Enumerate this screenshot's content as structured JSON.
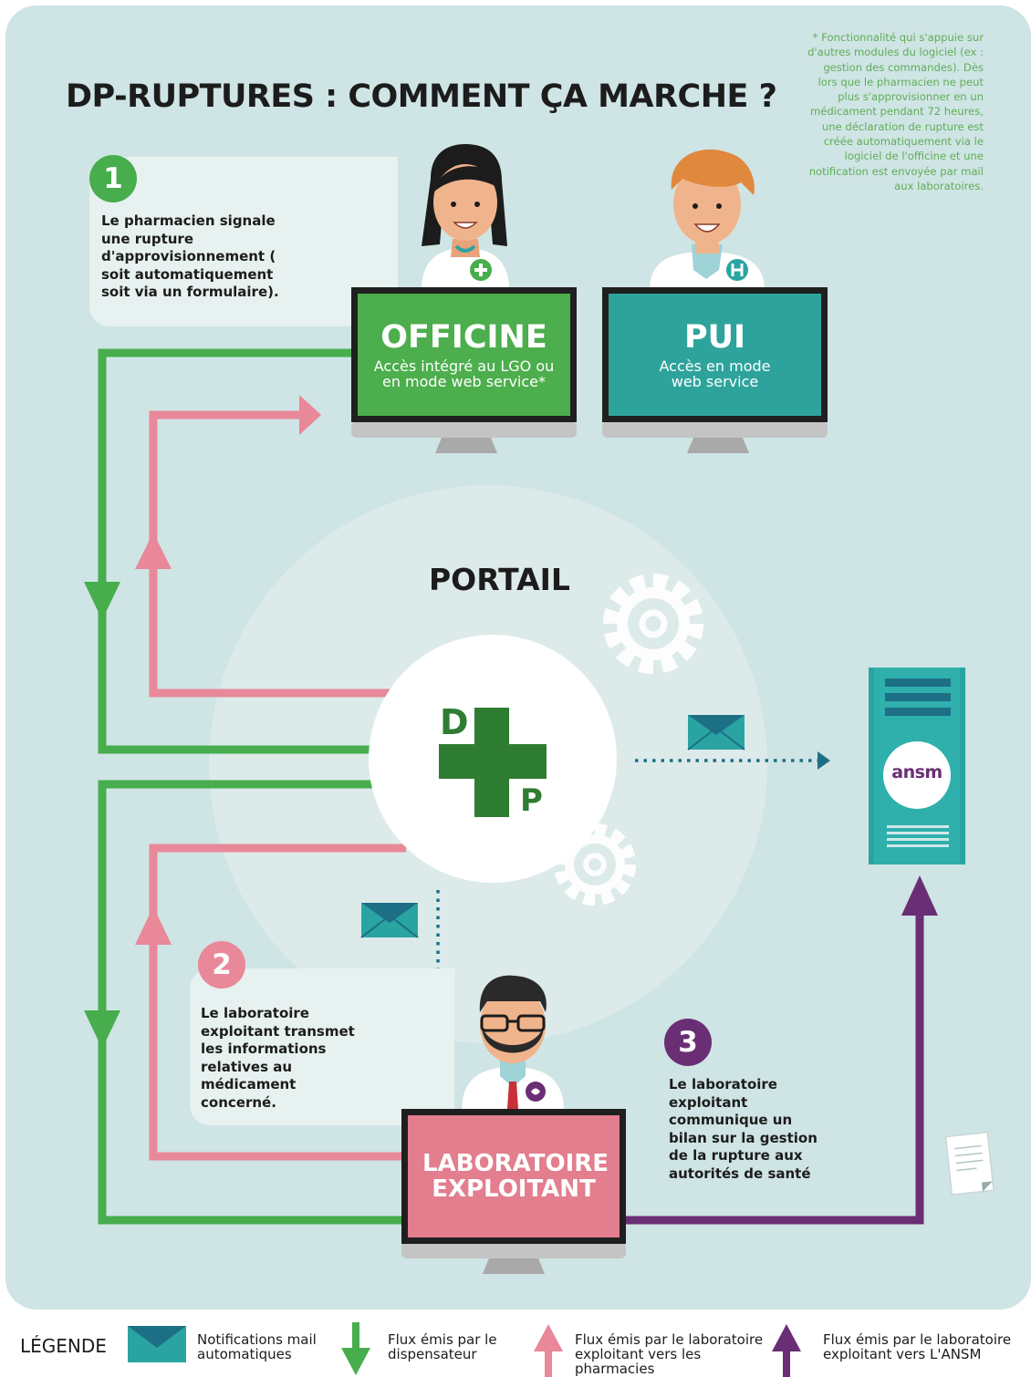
{
  "title": "DP-RUPTURES : COMMENT ÇA MARCHE ?",
  "note": "* Fonctionnalité qui s'appuie sur d'autres modules du logiciel (ex : gestion des commandes). Dès lors que le pharmacien ne peut plus s'approvisionner en un médicament pendant 72 heures, une déclaration de rupture est créée automatiquement via le logiciel de l'officine et une notification est envoyée par mail aux laboratoires.",
  "steps": [
    {
      "number": "1",
      "text": "Le pharmacien signale une rupture d'approvisionnement ( soit automatiquement soit via un formulaire)."
    },
    {
      "number": "2",
      "text": "Le laboratoire exploitant transmet les informations relatives au médicament concerné."
    },
    {
      "number": "3",
      "text": "Le laboratoire exploitant communique un bilan sur la gestion de la rupture aux autorités de santé"
    }
  ],
  "officine": {
    "title": "OFFICINE",
    "subtitle": "Accès intégré au LGO ou en mode web service*"
  },
  "pui": {
    "title": "PUI",
    "subtitle": "Accès en mode web service"
  },
  "portal": {
    "title": "PORTAIL",
    "logo_top": "D",
    "logo_bottom": "P"
  },
  "labo": {
    "title": "LABORATOIRE EXPLOITANT"
  },
  "ansm": {
    "logo": "ansm"
  },
  "legend": {
    "title": "LÉGENDE",
    "items": [
      {
        "text": "Notifications mail automatiques"
      },
      {
        "text": "Flux émis par le dispensateur"
      },
      {
        "text": "Flux émis par le laboratoire exploitant vers les pharmacies"
      },
      {
        "text": "Flux émis par le laboratoire exploitant vers L'ANSM"
      }
    ]
  },
  "colors": {
    "green": "#47ad4d",
    "pink": "#e88898",
    "purple": "#6a2e74",
    "teal": "#2aa4a2",
    "dark_blue": "#1d6f86",
    "officine": "#4cae4c",
    "pui": "#2ea39c",
    "labo": "#e27e8e",
    "dp_green": "#2f7d32"
  }
}
